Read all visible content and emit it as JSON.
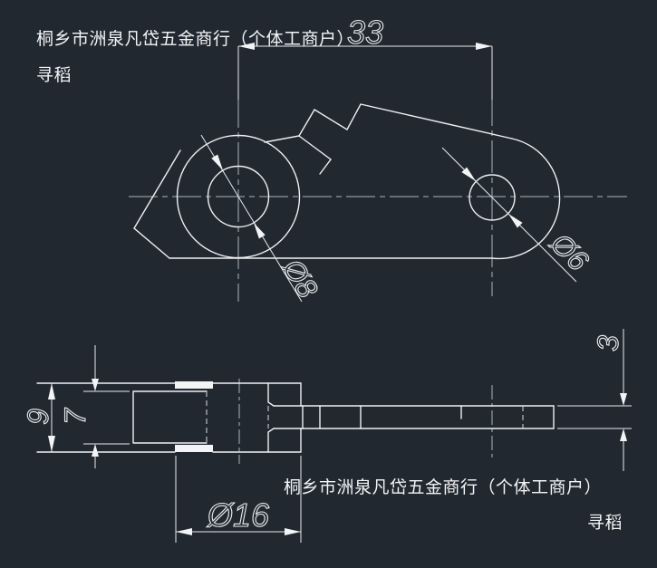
{
  "drawing": {
    "company": "桐乡市洲泉凡岱五金商行（个体工商户）",
    "brand": "寻稻",
    "dims": {
      "center_distance": "33",
      "large_hole": "Ø8",
      "small_hole": "Ø6",
      "boss_diameter": "Ø16",
      "overall_height": "9",
      "slot_height": "7",
      "arm_thickness": "3"
    },
    "colors": {
      "background": "#212830",
      "line": "#eef1f4",
      "centerline": "#aab3bb",
      "text": "#f2f3f5"
    }
  }
}
